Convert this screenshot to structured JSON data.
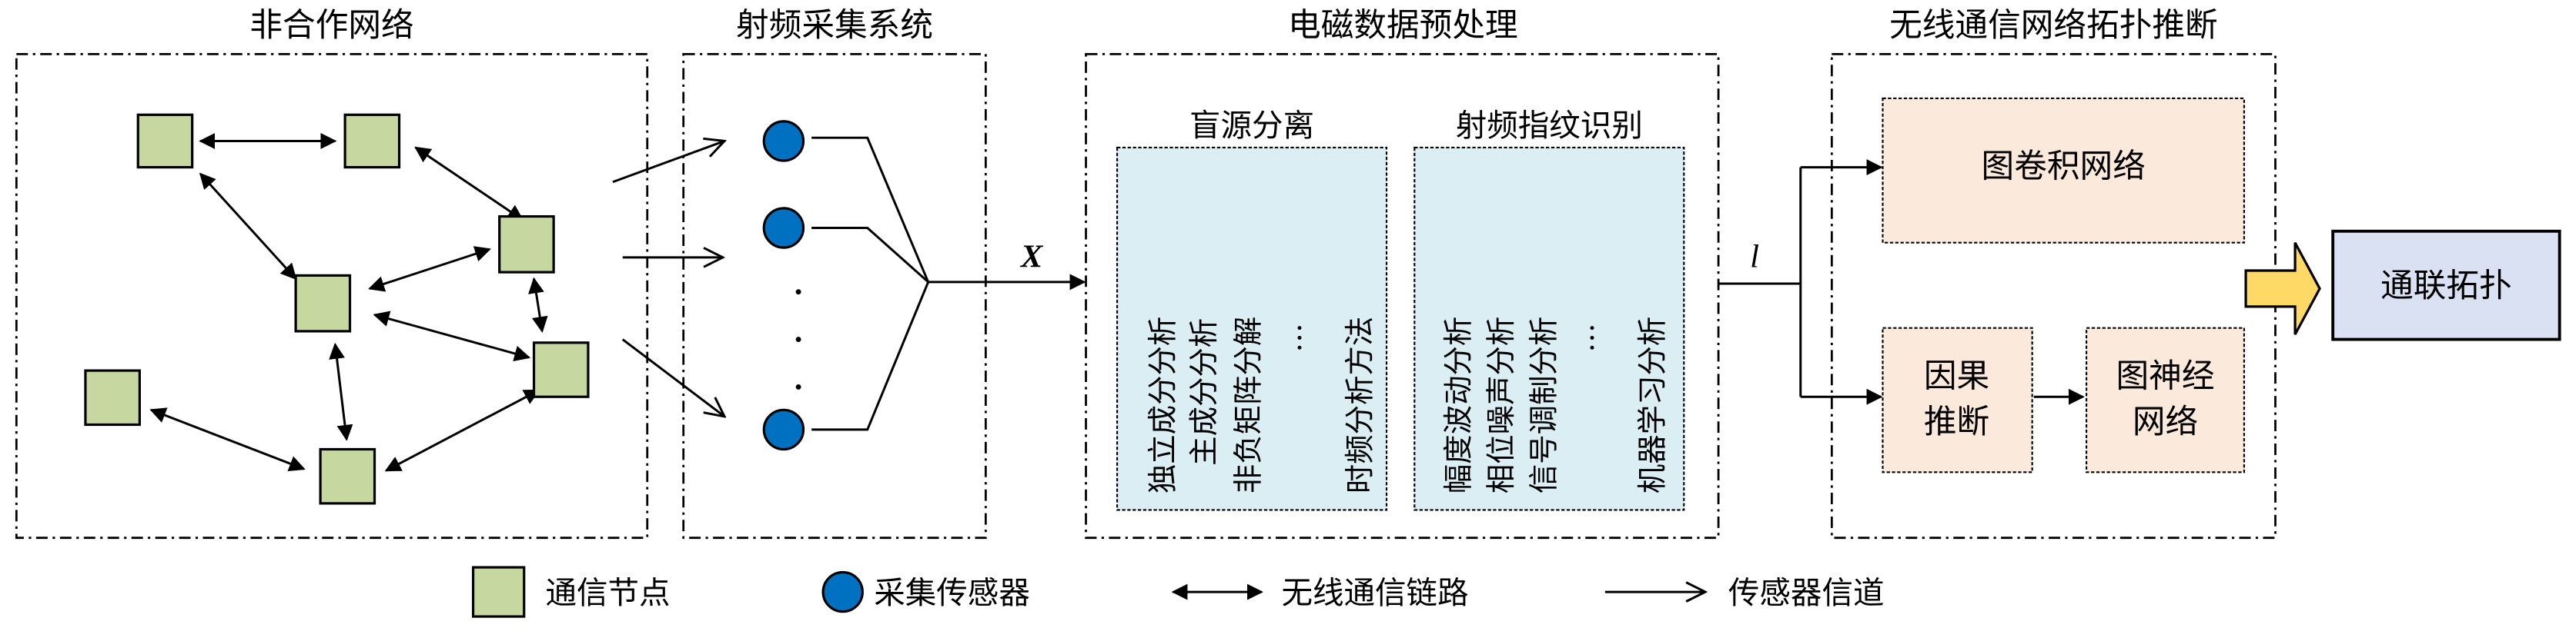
{
  "panels": [
    {
      "id": "non-cooperative-network",
      "title": "非合作网络"
    },
    {
      "id": "rf-acquisition-system",
      "title": "射频采集系统"
    },
    {
      "id": "em-data-preprocessing",
      "title": "电磁数据预处理"
    },
    {
      "id": "topology-inference",
      "title": "无线通信网络拓扑推断"
    }
  ],
  "preprocessing": {
    "blind_source_separation": {
      "heading": "盲源分离",
      "methods": [
        "独立成分分析",
        "主成分分析",
        "非负矩阵分解",
        "…",
        "时频分析方法"
      ]
    },
    "rf_fingerprinting": {
      "heading": "射频指纹识别",
      "methods": [
        "幅度波动分析",
        "相位噪声分析",
        "信号调制分析",
        "…",
        "机器学习分析"
      ]
    }
  },
  "signals": {
    "x_label": "X",
    "l_label": "l",
    "sensor_ellipsis": "⋮"
  },
  "inference": {
    "gcn": "图卷积网络",
    "causal_line1": "因果",
    "causal_line2": "推断",
    "gnn_line1": "图神经",
    "gnn_line2": "网络"
  },
  "output": {
    "label": "通联拓扑"
  },
  "legend": [
    {
      "icon": "communication-node-icon",
      "label": "通信节点"
    },
    {
      "icon": "sensor-icon",
      "label": "采集传感器"
    },
    {
      "icon": "bidirectional-arrow-icon",
      "label": "无线通信链路"
    },
    {
      "icon": "open-arrow-icon",
      "label": "传感器信道"
    }
  ],
  "colors": {
    "node_fill": "#c6d7a0",
    "sensor_fill": "#0070c0",
    "preproc_fill": "#daeef3",
    "inference_fill": "#fbe9dc",
    "output_fill": "#dae1f3",
    "big_arrow_fill": "#ffd966"
  }
}
